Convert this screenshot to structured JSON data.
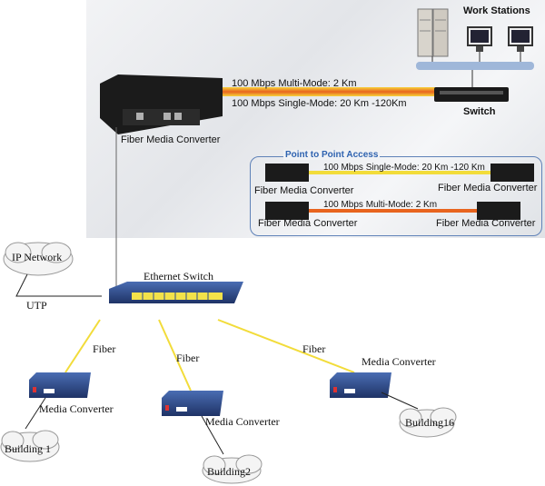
{
  "top": {
    "work_stations": "Work Stations",
    "mm_link": "100 Mbps Multi-Mode: 2 Km",
    "sm_link": "100 Mbps Single-Mode: 20 Km -120Km",
    "switch": "Switch",
    "main_converter": "Fiber Media Converter"
  },
  "p2p": {
    "title": "Point to Point Access",
    "sm_link": "100 Mbps Single-Mode: 20 Km -120 Km",
    "mm_link": "100 Mbps Multi-Mode: 2 Km",
    "converter_tl": "Fiber Media Converter",
    "converter_tr": "Fiber Media Converter",
    "converter_bl": "Fiber Media Converter",
    "converter_br": "Fiber Media Converter"
  },
  "bottom": {
    "ip_network": "IP Network",
    "utp": "UTP",
    "ethernet_switch": "Ethernet Switch",
    "fiber_1": "Fiber",
    "fiber_2": "Fiber",
    "fiber_3": "Fiber",
    "mc_1": "Media Converter",
    "mc_2": "Media Converter",
    "mc_3": "Media Converter",
    "building_1": "Building 1",
    "building_2": "Building2",
    "building_16": "Building16"
  },
  "colors": {
    "fiber_yellow": "#f2dc3a",
    "fiber_orange": "#e8641e",
    "device_blue": "#2f4d8c",
    "p2p_border": "#5f82b8"
  }
}
